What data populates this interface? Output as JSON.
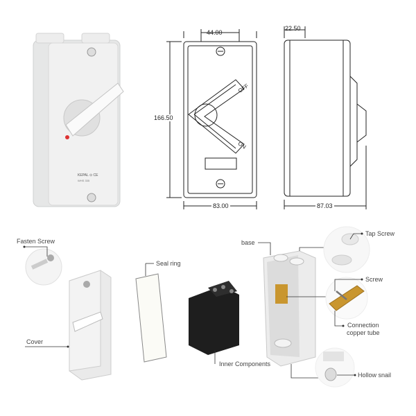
{
  "dimensions": {
    "front_top_width": "44.00",
    "side_top_depth": "22.50",
    "height": "166.50",
    "front_width": "83.00",
    "side_depth": "87.03"
  },
  "switch_marks": {
    "off": "OFF",
    "on": "ON"
  },
  "product_label": "KEPAL CE",
  "parts": {
    "fasten_screw": "Fasten Screw",
    "cover": "Cover",
    "seal_ring": "Seal ring",
    "inner_components": "Inner Components",
    "base": "base",
    "tap_screw": "Tap Screw",
    "screw": "Screw",
    "connection_line1": "Connection",
    "connection_line2": "copper tube",
    "hollow_snail": "Hollow snail"
  },
  "colors": {
    "housing": "#e9eaea",
    "brass": "#c9962f",
    "inner": "#1e1e1e"
  }
}
